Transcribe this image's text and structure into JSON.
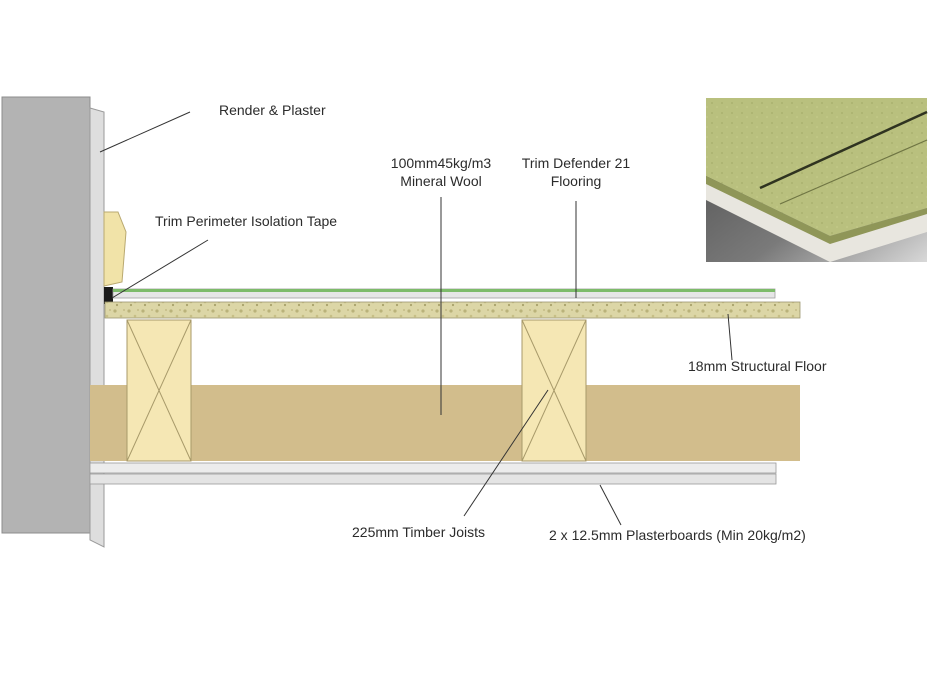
{
  "labels": {
    "render_plaster": "Render & Plaster",
    "isolation_tape": "Trim Perimeter Isolation Tape",
    "mineral_wool_line1": "100mm45kg/m3",
    "mineral_wool_line2": "Mineral Wool",
    "flooring_line1": "Trim Defender 21",
    "flooring_line2": "Flooring",
    "structural_floor": "18mm Structural Floor",
    "timber_joists": "225mm Timber Joists",
    "plasterboards": "2 x 12.5mm Plasterboards (Min 20kg/m2)"
  },
  "colors": {
    "wall": "#b3b3b3",
    "render": "#dedede",
    "isolation_tape": "#f1e3a8",
    "flooring_top": "#7dbb6a",
    "structural_floor": "#d9d4a8",
    "mineral_wool": "#d2bd8c",
    "joist": "#f5e7b4",
    "plasterboard": "#e9e9e9",
    "leader_line": "#333333"
  }
}
